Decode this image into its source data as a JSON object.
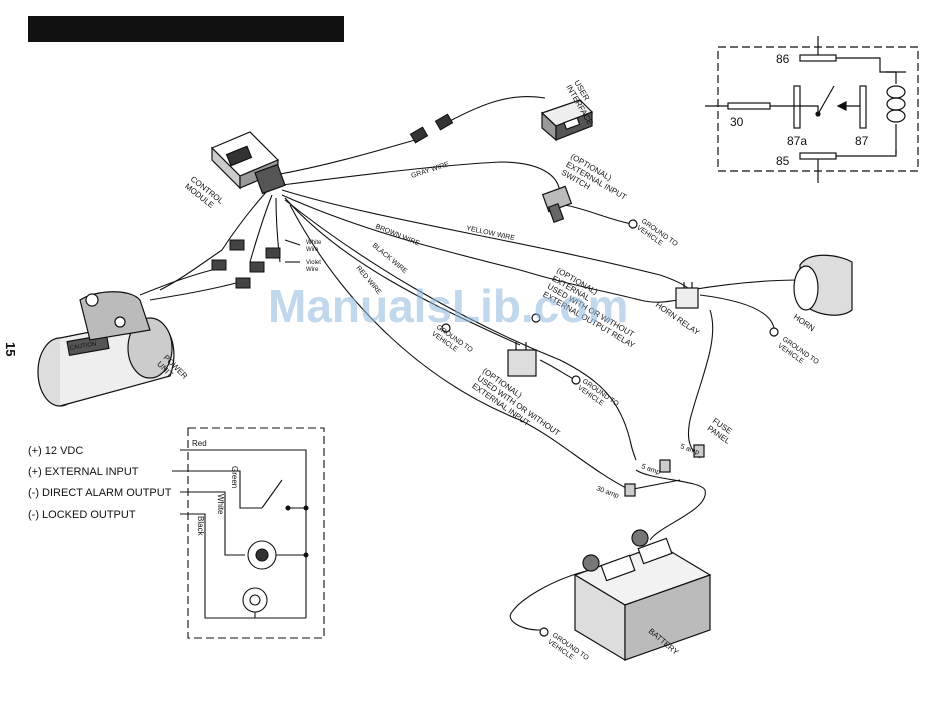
{
  "page": {
    "number": "15",
    "watermark": "ManualsLib.com"
  },
  "components": {
    "control_module": "CONTROL\nMODULE",
    "user_interface": "USER\nINTERFACE",
    "power_unit": "POWER\nUNIT",
    "external_switch": "(OPTIONAL)\nEXTERNAL INPUT\nSWITCH",
    "horn": "HORN",
    "relay": "HORN RELAY",
    "optional_relay": "(OPTIONAL)\nEXTERNAL\nUSED WITH OR WITHOUT\nEXTERNAL OUTPUT RELAY",
    "optional_relay2": "(OPTIONAL)\nUSED WITH OR WITHOUT\nEXTERNAL INPUT",
    "fuse_panel": "FUSE\nPANEL",
    "battery": "BATTERY",
    "power_caution": "CAUTION"
  },
  "wires": {
    "gray": "GRAY WIRE",
    "yellow": "YELLOW WIRE",
    "brown": "BROWN WIRE",
    "black": "BLACK WIRE",
    "red": "RED WIRE",
    "white": "White\nWire",
    "violet": "Violet\nWire"
  },
  "grounds": {
    "g1": "GROUND TO\nVEHICLE",
    "g2": "GROUND TO\nVEHICLE",
    "g3": "GROUND TO\nVEHICLE",
    "g4": "GROUND TO\nVEHICLE",
    "g5": "GROUND TO\nVEHICLE"
  },
  "fuses": {
    "f1": "5 amp",
    "f2": "5 amp",
    "f3": "30 amp"
  },
  "relay_schematic": {
    "pin_86": "86",
    "pin_30": "30",
    "pin_87a": "87a",
    "pin_87": "87",
    "pin_85": "85"
  },
  "legend": {
    "rows": [
      "(+) 12 VDC",
      "(+) EXTERNAL INPUT",
      "(-) DIRECT ALARM OUTPUT",
      "(-) LOCKED OUTPUT"
    ],
    "wire_colors": [
      "Red",
      "Green",
      "White",
      "Black"
    ]
  },
  "colors": {
    "ink": "#111111",
    "header_bar": "#111111",
    "watermark": "#8fb7de"
  }
}
